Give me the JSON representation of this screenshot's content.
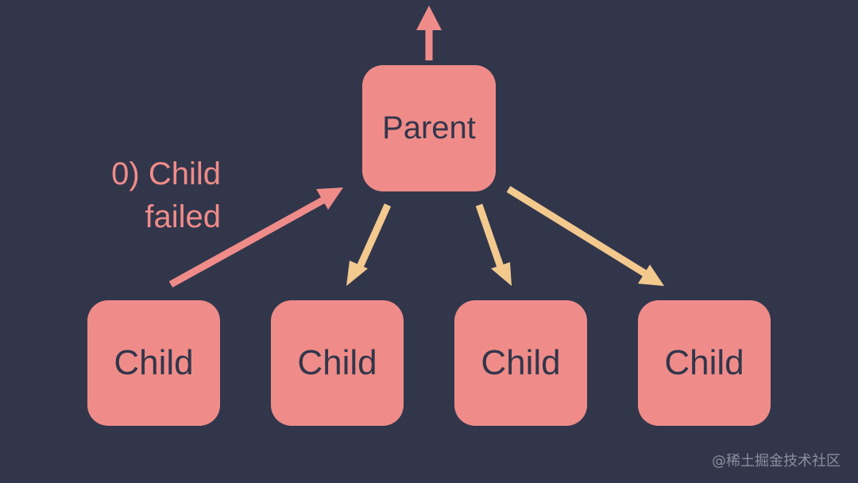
{
  "diagram": {
    "parent": {
      "label": "Parent"
    },
    "children": [
      {
        "label": "Child"
      },
      {
        "label": "Child"
      },
      {
        "label": "Child"
      },
      {
        "label": "Child"
      }
    ],
    "failure_label": "0) Child\nfailed",
    "colors": {
      "background": "#32364b",
      "node_fill": "#ef8c89",
      "node_text": "#32364b",
      "failure_arrow": "#ef8c89",
      "signal_arrow": "#f3c98e"
    }
  },
  "watermark": "@稀土掘金技术社区"
}
